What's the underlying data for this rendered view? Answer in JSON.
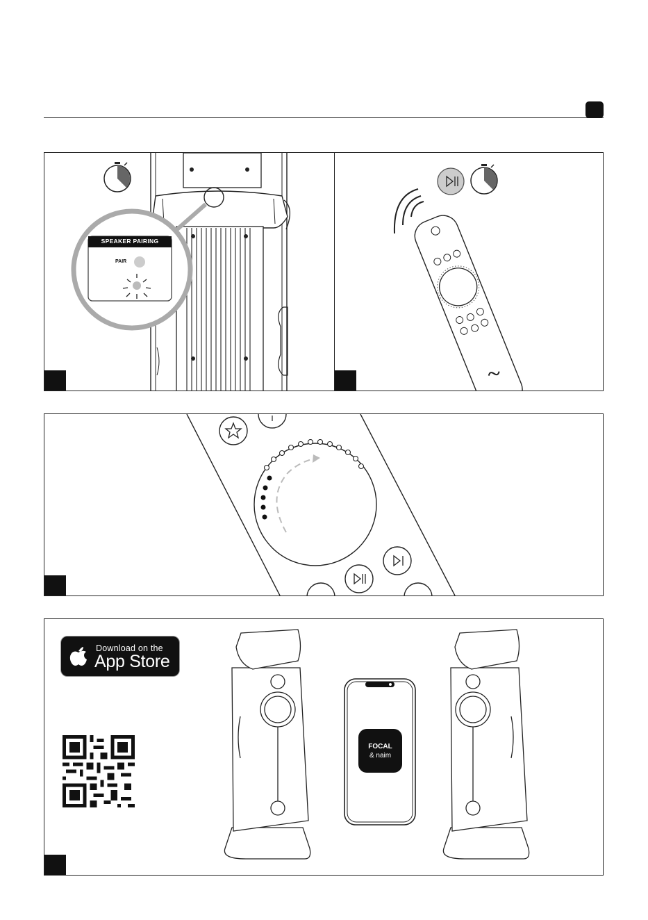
{
  "panel1": {
    "callout_title": "SPEAKER PAIRING",
    "pair_label": "PAIR"
  },
  "panel4": {
    "app_store_small": "Download on the",
    "app_store_big": "App Store",
    "phone_brand_line1": "FOCAL",
    "phone_brand_line2": "& naim"
  }
}
